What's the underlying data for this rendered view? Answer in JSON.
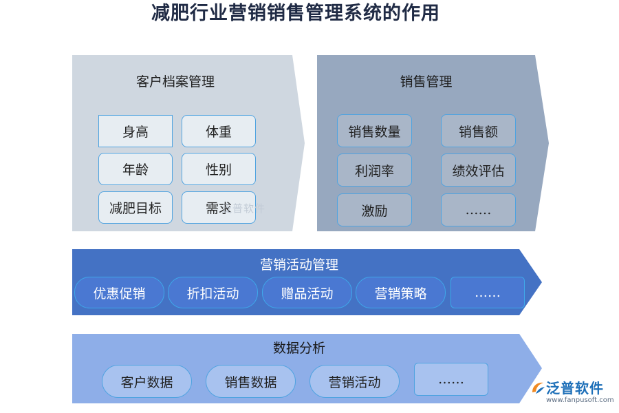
{
  "title": "减肥行业营销销售管理系统的作用",
  "customer_panel": {
    "title": "客户档案管理",
    "items": [
      "身高",
      "体重",
      "年龄",
      "性别",
      "减肥目标",
      "需求"
    ]
  },
  "sales_panel": {
    "title": "销售管理",
    "items": [
      "销售数量",
      "销售额",
      "利润率",
      "绩效评估",
      "激励",
      "……"
    ]
  },
  "marketing_panel": {
    "title": "营销活动管理",
    "items": [
      "优惠促销",
      "折扣活动",
      "赠品活动",
      "营销策略",
      "……"
    ]
  },
  "data_panel": {
    "title": "数据分析",
    "items": [
      "客户数据",
      "销售数据",
      "营销活动",
      "……"
    ]
  },
  "colors": {
    "panel1": "#cfd7e0",
    "panel2": "#97a8bf",
    "panel3": "#4472c4",
    "panel4": "#8eaee8",
    "box_border": "#4fa3e0"
  },
  "watermark": "泛普软件",
  "logo": {
    "name": "泛普软件",
    "url": "www.fanpusoft.com"
  }
}
